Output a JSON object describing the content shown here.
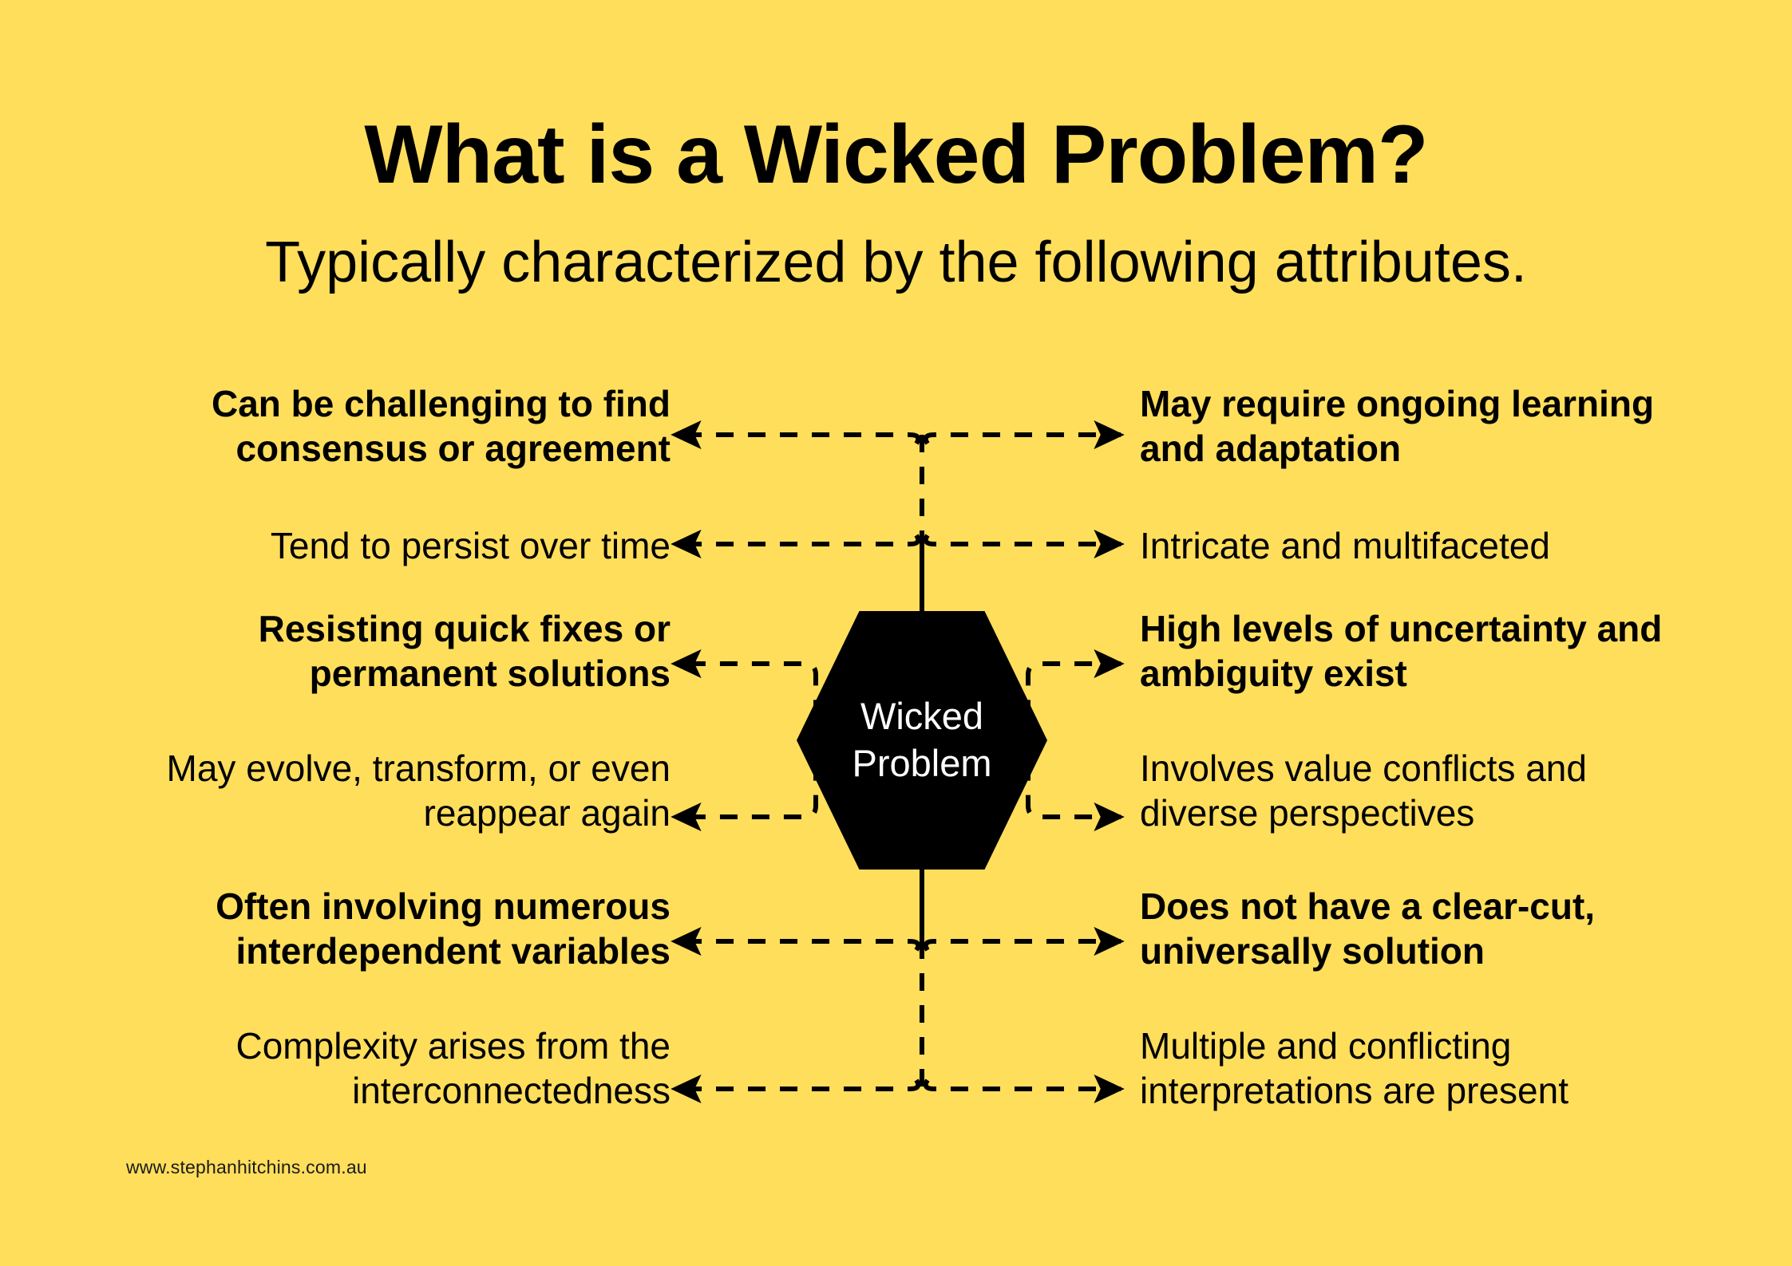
{
  "background_color": "#FFDE5C",
  "text_color": "#000000",
  "node_color": "#000000",
  "node_text_color": "#FFFFFF",
  "header": {
    "title": "What is a Wicked Problem?",
    "subtitle": "Typically characterized by the following attributes."
  },
  "center_node": {
    "line1": "Wicked",
    "line2": "Problem",
    "shape": "hexagon"
  },
  "attributes_left": [
    {
      "text": "Can be challenging to find consensus or agreement",
      "weight": "bold"
    },
    {
      "text": "Tend to persist over time",
      "weight": "regular"
    },
    {
      "text": "Resisting quick fixes or permanent solutions",
      "weight": "bold"
    },
    {
      "text": "May evolve, transform, or even reappear again",
      "weight": "regular"
    },
    {
      "text": "Often involving numerous interdependent variables",
      "weight": "bold"
    },
    {
      "text": "Complexity arises from the interconnectedness",
      "weight": "regular"
    }
  ],
  "attributes_right": [
    {
      "text": "May require ongoing learning and adaptation",
      "weight": "bold"
    },
    {
      "text": "Intricate and multifaceted",
      "weight": "regular"
    },
    {
      "text": "High levels of uncertainty and ambiguity exist",
      "weight": "bold"
    },
    {
      "text": "Involves value conflicts and diverse perspectives",
      "weight": "regular"
    },
    {
      "text": "Does not have a clear-cut, universally solution",
      "weight": "bold"
    },
    {
      "text": "Multiple and conflicting interpretations are present",
      "weight": "regular"
    }
  ],
  "footer": {
    "url": "www.stephanhitchins.com.au"
  }
}
